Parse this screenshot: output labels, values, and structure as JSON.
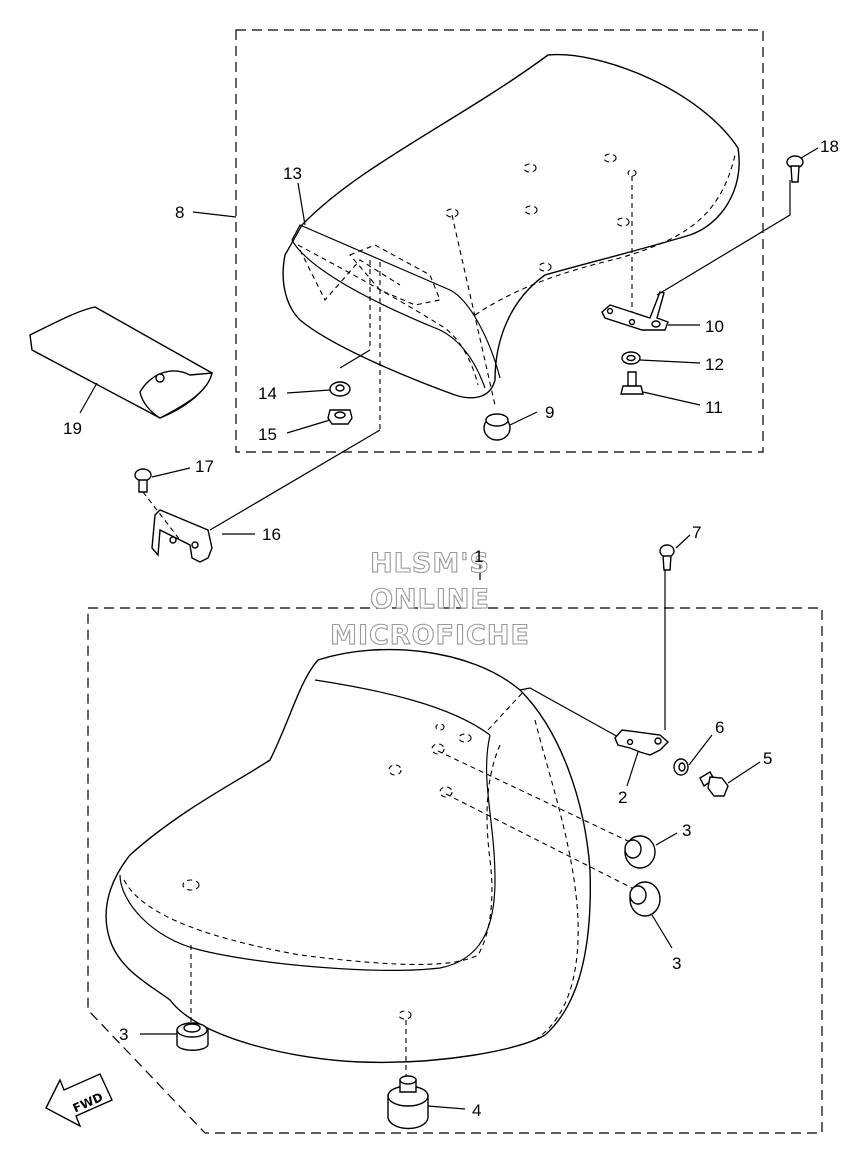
{
  "watermark": {
    "line1": "HLSM'S",
    "line2": "ONLINE",
    "line3": "MICROFICHE"
  },
  "fwd_label": "FWD",
  "callouts": {
    "c1": "1",
    "c2": "2",
    "c3a": "3",
    "c3b": "3",
    "c3c": "3",
    "c4": "4",
    "c5": "5",
    "c6": "6",
    "c7": "7",
    "c8": "8",
    "c9": "9",
    "c10": "10",
    "c11": "11",
    "c12": "12",
    "c13": "13",
    "c14": "14",
    "c15": "15",
    "c16": "16",
    "c17": "17",
    "c18": "18",
    "c19": "19"
  }
}
